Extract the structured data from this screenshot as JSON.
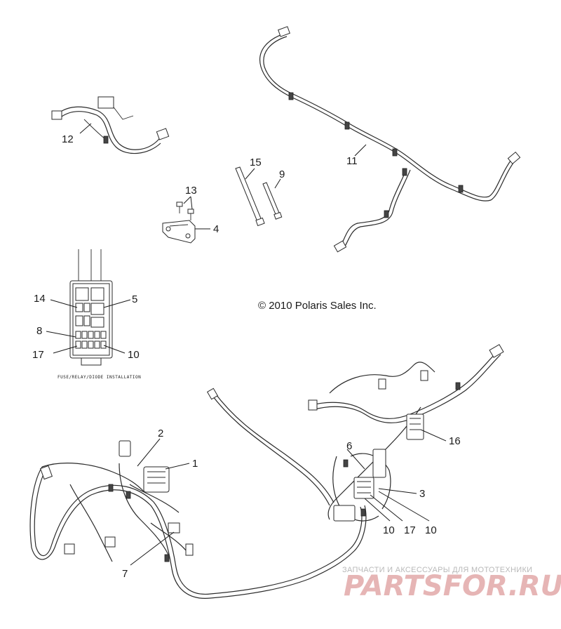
{
  "copyright": "© 2010 Polaris Sales Inc.",
  "fuse_box_caption": "FUSE/RELAY/DIODE INSTALLATION",
  "watermark": {
    "line1": "ЗАПЧАСТИ И АКСЕССУАРЫ ДЛЯ МОТОТЕХНИКИ",
    "logo": "PARTSFOR.RU"
  },
  "callouts": {
    "c1": "1",
    "c2": "2",
    "c3": "3",
    "c4": "4",
    "c5": "5",
    "c6": "6",
    "c7": "7",
    "c8": "8",
    "c9": "9",
    "c10a": "10",
    "c10b": "10",
    "c10c": "10",
    "c11": "11",
    "c12": "12",
    "c13": "13",
    "c14": "14",
    "c15": "15",
    "c16": "16",
    "c17a": "17",
    "c17b": "17"
  }
}
